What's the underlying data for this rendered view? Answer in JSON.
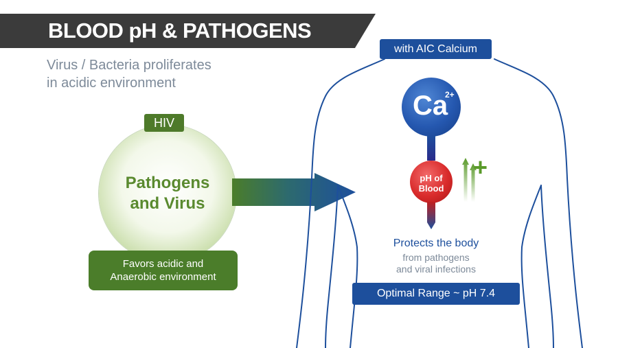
{
  "title": "BLOOD pH & PATHOGENS",
  "subtitle": {
    "line1": "Virus / Bacteria proliferates",
    "line2": "in acidic environment"
  },
  "pathogen": {
    "tag": "HIV",
    "label_line1": "Pathogens",
    "label_line2": "and Virus",
    "environment_line1": "Favors acidic and",
    "environment_line2": "Anaerobic environment"
  },
  "body": {
    "calcium_label": "with AIC Calcium",
    "calcium_symbol": "Ca",
    "calcium_charge": "2+",
    "ph_line1": "pH of",
    "ph_line2": "Blood",
    "increase_symbol": "+",
    "protects_main": "Protects the body",
    "protects_sub1": "from pathogens",
    "protects_sub2": "and viral infections",
    "optimal_range": "Optimal Range ~ pH 7.4"
  },
  "colors": {
    "banner": "#3b3b3b",
    "green": "#4b7d2a",
    "blue": "#1d4f9c",
    "red": "#d92b2b"
  }
}
